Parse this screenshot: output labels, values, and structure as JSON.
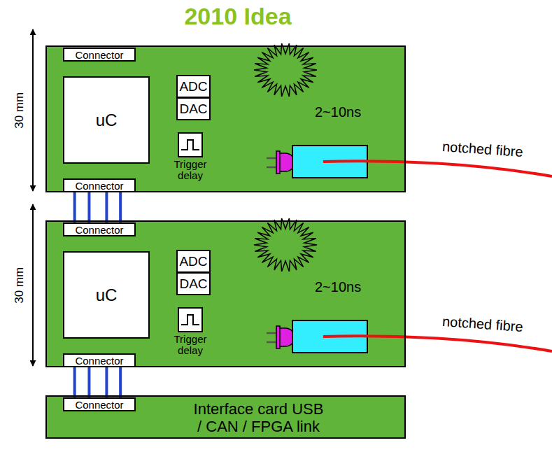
{
  "diagram": {
    "title": "2010 Idea",
    "nodes": [
      {
        "text": [
          "2~10ns"
        ]
      },
      {
        "text": [
          "Connector"
        ],
        "in": 0
      },
      {
        "text": [
          "uC"
        ],
        "in": 0
      },
      {
        "text": [
          "ADC"
        ],
        "in": 0
      },
      {
        "text": [
          "DAC"
        ],
        "in": 0
      },
      {
        "text": [
          "Trigger delay"
        ],
        "in": 0
      },
      {
        "text": [
          "Connector"
        ],
        "in": 0
      },
      {
        "text": [
          "2~10ns"
        ]
      },
      {
        "text": [
          "Connector"
        ],
        "in": 7
      },
      {
        "text": [
          "uC"
        ],
        "in": 7
      },
      {
        "text": [
          "ADC"
        ],
        "in": 7
      },
      {
        "text": [
          "DAC"
        ],
        "in": 7
      },
      {
        "text": [
          "Trigger delay"
        ],
        "in": 7
      },
      {
        "text": [
          "Connector"
        ],
        "in": 7
      },
      {
        "text": [
          "Interface card USB / CAN / FPGA link"
        ]
      },
      {
        "text": [
          "Connector"
        ],
        "in": 14
      }
    ],
    "edges": [
      {
        "from": 6,
        "to": 8,
        "arrow": "none"
      },
      {
        "from": 13,
        "to": 15,
        "arrow": "none"
      }
    ],
    "labels": [
      "30 mm",
      "notched fibre",
      "30 mm",
      "notched fibre"
    ]
  }
}
